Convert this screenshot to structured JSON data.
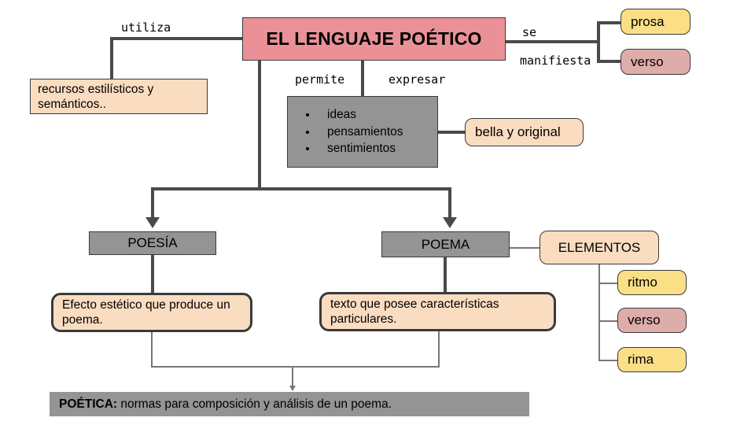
{
  "diagram": {
    "title": "EL LENGUAJE POÉTICO",
    "nodes": {
      "root": "EL LENGUAJE POÉTICO",
      "recursos": "recursos estilísticos y semánticos..",
      "prosa": "prosa",
      "verso_top": "verso",
      "bella": "bella y original",
      "poesia": "POESÍA",
      "poema": "POEMA",
      "elementos": "ELEMENTOS",
      "efecto": "Efecto estético que produce un poema.",
      "texto": "texto que posee características particulares.",
      "ritmo": "ritmo",
      "verso_elem": "verso",
      "rima": "rima",
      "poetica_bold": "POÉTICA:",
      "poetica_rest": " normas para composición y análisis de un poema."
    },
    "expresar_list": [
      "ideas",
      "pensamientos",
      "sentimientos"
    ],
    "edge_labels": {
      "utiliza": "utiliza",
      "se": "se",
      "manifiesta": "manifiesta",
      "permite": "permite",
      "expresar": "expresar"
    },
    "colors": {
      "root_fill": "#ea9198",
      "peach_fill": "#fadcc0",
      "yellow_fill": "#fbdf86",
      "rose_fill": "#dfada9",
      "gray_fill": "#949494",
      "stroke": "#3a3a3a",
      "connector": "#4a4a4a",
      "background": "#ffffff"
    }
  }
}
